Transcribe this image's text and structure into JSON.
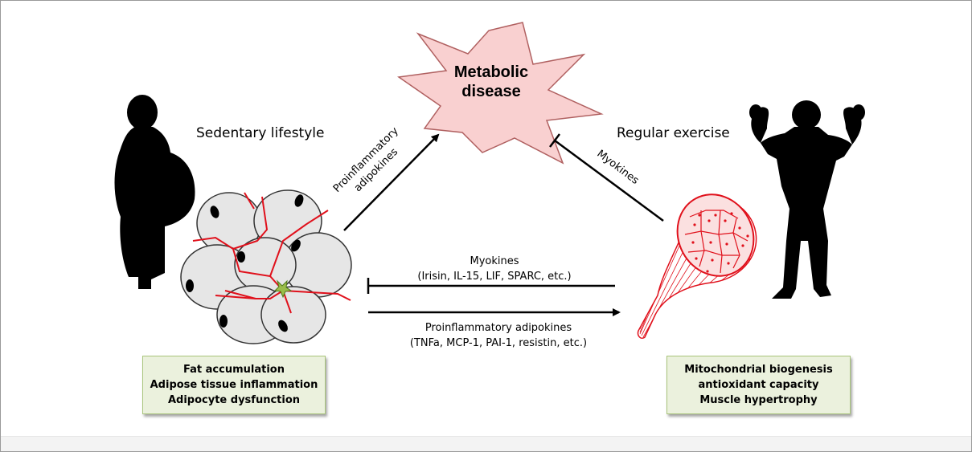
{
  "central": {
    "line1": "Metabolic",
    "line2": "disease"
  },
  "left": {
    "title": "Sedentary lifestyle"
  },
  "right": {
    "title": "Regular exercise"
  },
  "diagonal_left_label": {
    "line1": "Proinflammatory",
    "line2": "adipokines"
  },
  "diagonal_right_label": "Myokines",
  "upper_arrow_label": {
    "line1": "Myokines",
    "line2": "(Irisin, IL-15, LIF, SPARC, etc.)"
  },
  "lower_arrow_label": {
    "line1": "Proinflammatory adipokines",
    "line2": "(TNFa, MCP-1, PAI-1, resistin, etc.)"
  },
  "left_box": [
    "Fat accumulation",
    "Adipose tissue inflammation",
    "Adipocyte dysfunction"
  ],
  "right_box": [
    "Mitochondrial biogenesis",
    "antioxidant capacity",
    "Muscle hypertrophy"
  ],
  "colors": {
    "burst_fill": "#f9d0d0",
    "burst_stroke": "#b06060",
    "vessel": "#e0101b",
    "muscle": "#e0101b",
    "box_fill": "#ebf1dd",
    "box_border": "#a8c47a"
  },
  "icons": [
    "obese-person-icon",
    "adipocyte-cluster-icon",
    "muscle-fiber-icon",
    "bodybuilder-icon"
  ]
}
